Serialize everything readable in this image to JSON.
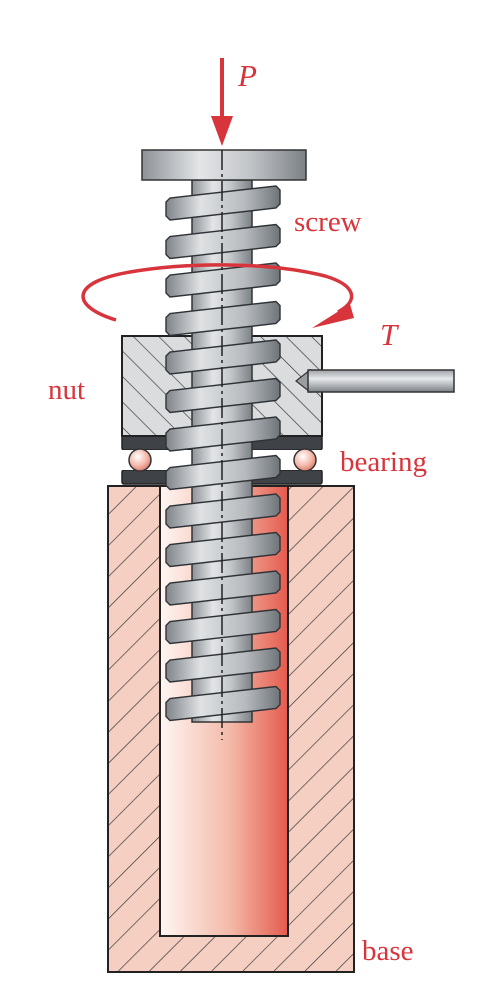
{
  "labels": {
    "load": "P",
    "screw": "screw",
    "torque": "T",
    "nut": "nut",
    "bearing": "bearing",
    "base": "base"
  },
  "colors": {
    "label_red": "#d8343b",
    "arrow_red": "#d8343b",
    "steel_light": "#d4d6d8",
    "steel_mid": "#a9adb1",
    "steel_dark": "#6f7479",
    "base_fill": "#f6cfc3",
    "hatch": "#3a3a3a",
    "outline": "#222222"
  }
}
